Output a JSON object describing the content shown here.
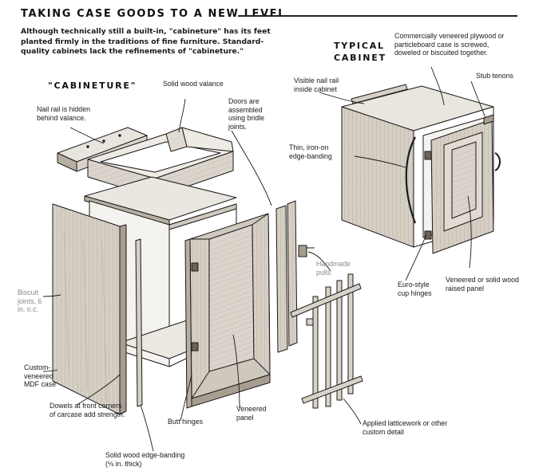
{
  "title": "TAKING CASE GOODS TO A NEW LEVEL",
  "intro": "Although technically still a built-in, \"cabineture\" has its feet planted firmly in the traditions of fine furniture. Standard-quality cabinets lack the refinements of \"cabineture.\"",
  "headings": {
    "cabineture": "\"CABINETURE\"",
    "typical_line1": "TYPICAL",
    "typical_line2": "CABINET"
  },
  "callouts": {
    "solid_wood_valance": "Solid wood valance",
    "nail_rail_hidden": "Nail rail is hidden behind valance.",
    "doors_bridle": "Doors are assembled using bridle joints.",
    "biscuit_joints": "Biscuit joints, 6 in. o.c.",
    "custom_veneered_mdf": "Custom-veneered MDF case",
    "dowels": "Dowels at front corners of carcase add strength.",
    "butt_hinges": "Butt hinges",
    "veneered_panel": "Veneered panel",
    "edge_banding": "Solid wood edge-banding (⅛ in. thick)",
    "handmade_pulls": "Handmade pulls",
    "latticework": "Applied latticework or other custom detail",
    "commercial_case": "Commercially veneered plywood or particleboard case is screwed, doweled or biscuited together.",
    "stub_tenons": "Stub tenons",
    "visible_nail_rail": "Visible nail rail inside cabinet",
    "iron_on_banding": "Thin, iron-on edge-banding",
    "euro_hinges": "Euro-style cup hinges",
    "raised_panel": "Veneered or solid wood raised panel"
  },
  "colors": {
    "ink": "#1a1a1a",
    "wood_light": "#e6e2dc",
    "wood_mid": "#cfc8bd",
    "wood_dark": "#a79e90",
    "muted_label": "#888888"
  }
}
